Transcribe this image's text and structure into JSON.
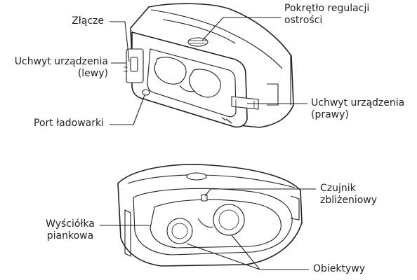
{
  "figure": {
    "top_device": {
      "labels": {
        "connector": "Złącze",
        "focus_wheel": [
          "Pokrętło regulacji",
          "ostrości"
        ],
        "holder_left": [
          "Uchwyt urządzenia",
          "(lewy)"
        ],
        "charger_port": "Port ładowarki",
        "holder_right": [
          "Uchwyt urządzenia",
          "(prawy)"
        ]
      }
    },
    "bottom_device": {
      "labels": {
        "proximity_sensor": [
          "Czujnik",
          "zbliżeniowy"
        ],
        "foam_padding": [
          "Wyściółka",
          "piankowa"
        ],
        "lenses": "Obiektywy"
      }
    }
  }
}
